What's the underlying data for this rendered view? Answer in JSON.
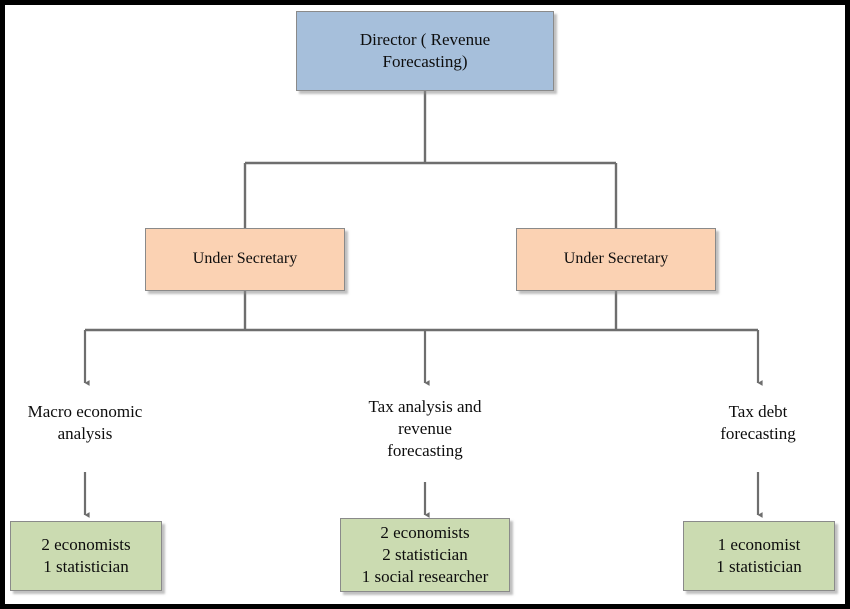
{
  "diagram": {
    "type": "organizational-chart",
    "title_text": "",
    "frame": {
      "border_color": "#000000",
      "background": "#ffffff"
    },
    "palette": {
      "director_fill": "#a6bfdb",
      "secretary_fill": "#fbd2b3",
      "staff_fill": "#cbdbb1",
      "box_border": "#8a8a8a",
      "connector": "#6e6e6e",
      "text": "#0d0d0d"
    },
    "levels": {
      "level1": {
        "label": "Director ( Revenue Forecasting)",
        "lines": [
          "Director ( Revenue",
          "Forecasting)"
        ]
      },
      "level2": [
        {
          "id": "under-secretary-left",
          "label": "Under Secretary"
        },
        {
          "id": "under-secretary-right",
          "label": "Under Secretary"
        }
      ],
      "level3": [
        {
          "id": "macro-economic-analysis",
          "label": "Macro economic analysis",
          "lines": [
            "Macro economic",
            "analysis"
          ]
        },
        {
          "id": "tax-analysis-revenue-forecasting",
          "label": "Tax analysis and revenue forecasting",
          "lines": [
            "Tax analysis and",
            "revenue",
            "forecasting"
          ]
        },
        {
          "id": "tax-debt-forecasting",
          "label": "Tax debt forecasting",
          "lines": [
            "Tax debt",
            "forecasting"
          ]
        }
      ],
      "level4": [
        {
          "id": "staff-macro-economic",
          "label": "2 economists 1 statistician",
          "lines": [
            "2 economists",
            "1 statistician"
          ]
        },
        {
          "id": "staff-tax-analysis",
          "label": "2 economists 2 statistician 1 social researcher",
          "lines": [
            "2 economists",
            "2 statistician",
            "1 social researcher"
          ]
        },
        {
          "id": "staff-tax-debt",
          "label": "1 economist 1 statistician",
          "lines": [
            "1 economist",
            "1 statistician"
          ]
        }
      ]
    }
  }
}
